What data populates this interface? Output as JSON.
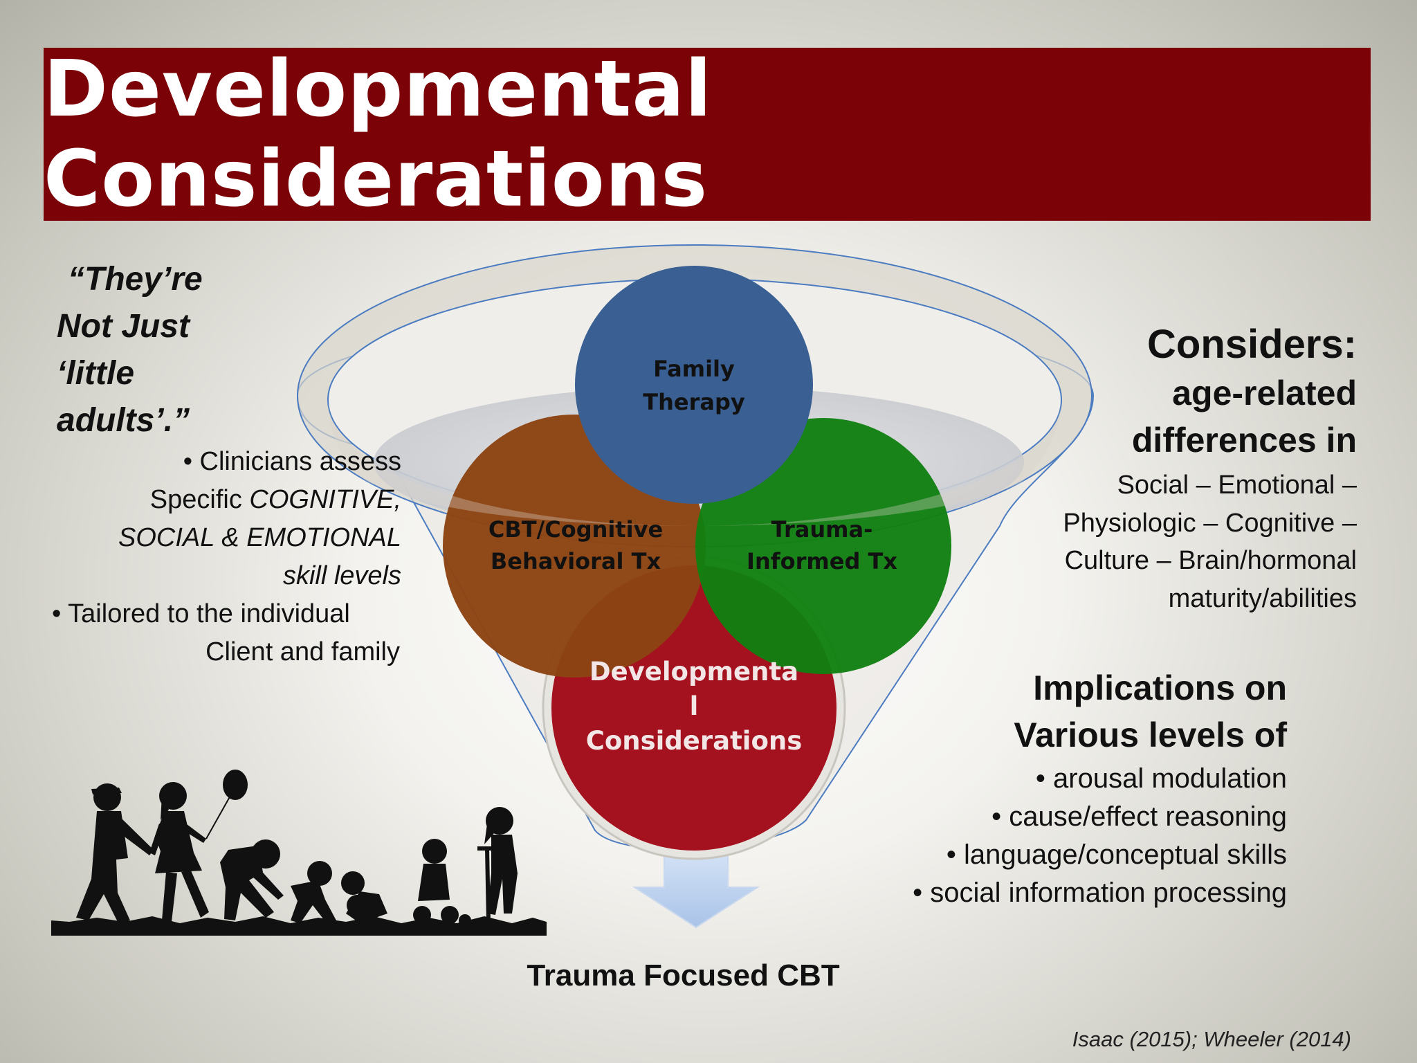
{
  "title": "Developmental Considerations",
  "quote": [
    "“They’re",
    "Not Just",
    "‘little",
    "adults’.”"
  ],
  "left_bullets": {
    "b1_l1": "• Clinicians assess",
    "b1_l2_plain": "Specific ",
    "b1_l2_italic": "COGNITIVE,",
    "b1_l3": "SOCIAL & EMOTIONAL",
    "b1_l4": "skill levels",
    "b2_l1": "•  Tailored to the individual",
    "b2_l2": "Client and family"
  },
  "considers": {
    "heading": "Considers:",
    "subheading_l1": "age-related",
    "subheading_l2": "differences in",
    "body": [
      "Social – Emotional –",
      "Physiologic – Cognitive –",
      "Culture – Brain/hormonal",
      "maturity/abilities"
    ]
  },
  "implications": {
    "heading_l1": "Implications on",
    "heading_l2": "Various levels of",
    "items": [
      "• arousal modulation",
      "• cause/effect reasoning",
      "• language/conceptual skills",
      "• social information processing"
    ]
  },
  "funnel": {
    "family": [
      "Family",
      "Therapy"
    ],
    "cbt": [
      "CBT/Cognitive",
      "Behavioral Tx"
    ],
    "trauma": [
      "Trauma-",
      "Informed Tx"
    ],
    "developmental": [
      "Developmenta",
      "l",
      "Considerations"
    ],
    "colors": {
      "family": "#3a5f92",
      "cbt": "#8c4413",
      "trauma": "#128012",
      "developmental": "#a5121f",
      "banner": "#7b0307",
      "arrow": "#b8d0ee"
    }
  },
  "bottom_label": "Trauma Focused CBT",
  "citation": "Isaac (2015); Wheeler (2014)"
}
